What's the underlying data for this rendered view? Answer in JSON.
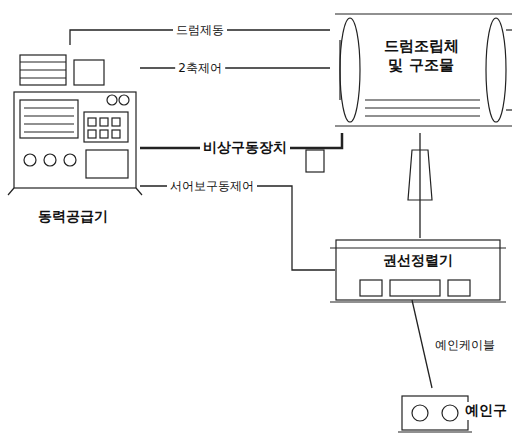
{
  "diagram": {
    "nodes": [
      {
        "text": [
          "동력공급기"
        ]
      },
      {
        "text": [
          "드럼조립체 및 구조물"
        ]
      },
      {
        "text": [
          "권선정렬기"
        ]
      },
      {
        "text": [
          "예인구"
        ]
      }
    ],
    "edges": [
      {
        "from": 0,
        "to": 1,
        "label": "드럼제동",
        "arrow": "none"
      },
      {
        "from": 0,
        "to": 1,
        "label": "2축제어",
        "arrow": "none"
      },
      {
        "from": 0,
        "to": 1,
        "label": "비상구동장치",
        "arrow": "none"
      },
      {
        "from": 0,
        "to": 2,
        "label": "서어보구동제어",
        "arrow": "none"
      },
      {
        "from": 1,
        "to": 2,
        "arrow": "none"
      },
      {
        "from": 2,
        "to": 3,
        "label": "예인케이블",
        "arrow": "none"
      }
    ]
  }
}
